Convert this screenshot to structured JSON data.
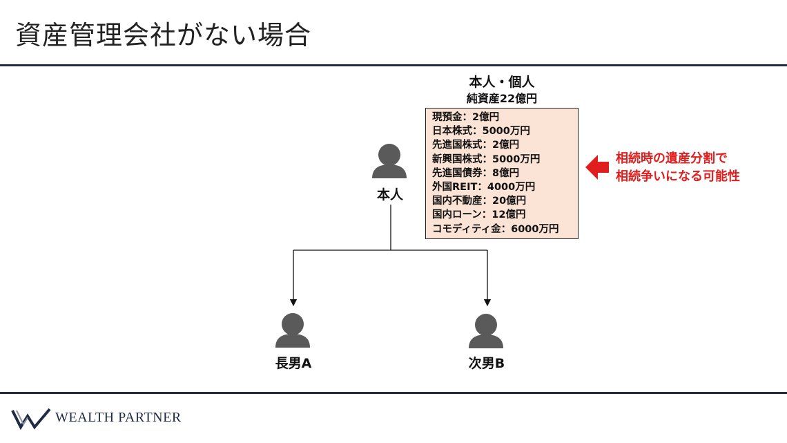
{
  "title": "資産管理会社がない場合",
  "diagram": {
    "self": {
      "name": "本人",
      "icon": "person-icon"
    },
    "child_a": {
      "name": "長男A",
      "icon": "person-icon"
    },
    "child_b": {
      "name": "次男B",
      "icon": "person-icon"
    }
  },
  "card": {
    "heading": "本人・個人",
    "subheading": "純資産22億円",
    "items": [
      "現預金：2億円",
      "日本株式：5000万円",
      "先進国株式：2億円",
      "新興国株式：5000万円",
      "先進国債券：8億円",
      "外国REIT：4000万円",
      "国内不動産：20億円",
      "国内ローン：12億円",
      "コモディティ金：6000万円"
    ]
  },
  "note": {
    "line1": "相続時の遺産分割で",
    "line2": "相続争いになる可能性"
  },
  "footer": {
    "brand": "WEALTH PARTNER"
  },
  "colors": {
    "accent_red": "#e01e1e",
    "rule_navy": "#1f2a44",
    "card_fill": "#fbe3d5",
    "person_gray": "#5a5a5a"
  }
}
